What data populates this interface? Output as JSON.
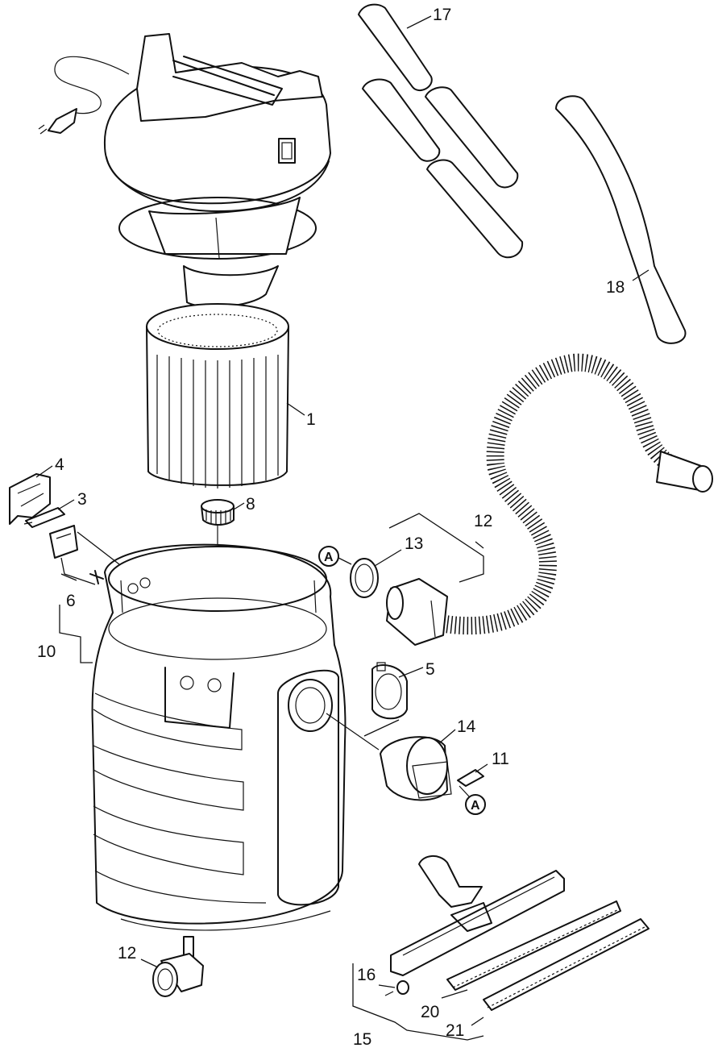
{
  "callouts": {
    "c1": "1",
    "c3": "3",
    "c4": "4",
    "c5": "5",
    "c6": "6",
    "c8": "8",
    "c10": "10",
    "c11": "11",
    "c12a": "12",
    "c12b": "12",
    "c13": "13",
    "c14": "14",
    "c15": "15",
    "c16": "16",
    "c17": "17",
    "c18": "18",
    "c20": "20",
    "c21": "21"
  },
  "markers": {
    "a1": "A",
    "a2": "A"
  }
}
